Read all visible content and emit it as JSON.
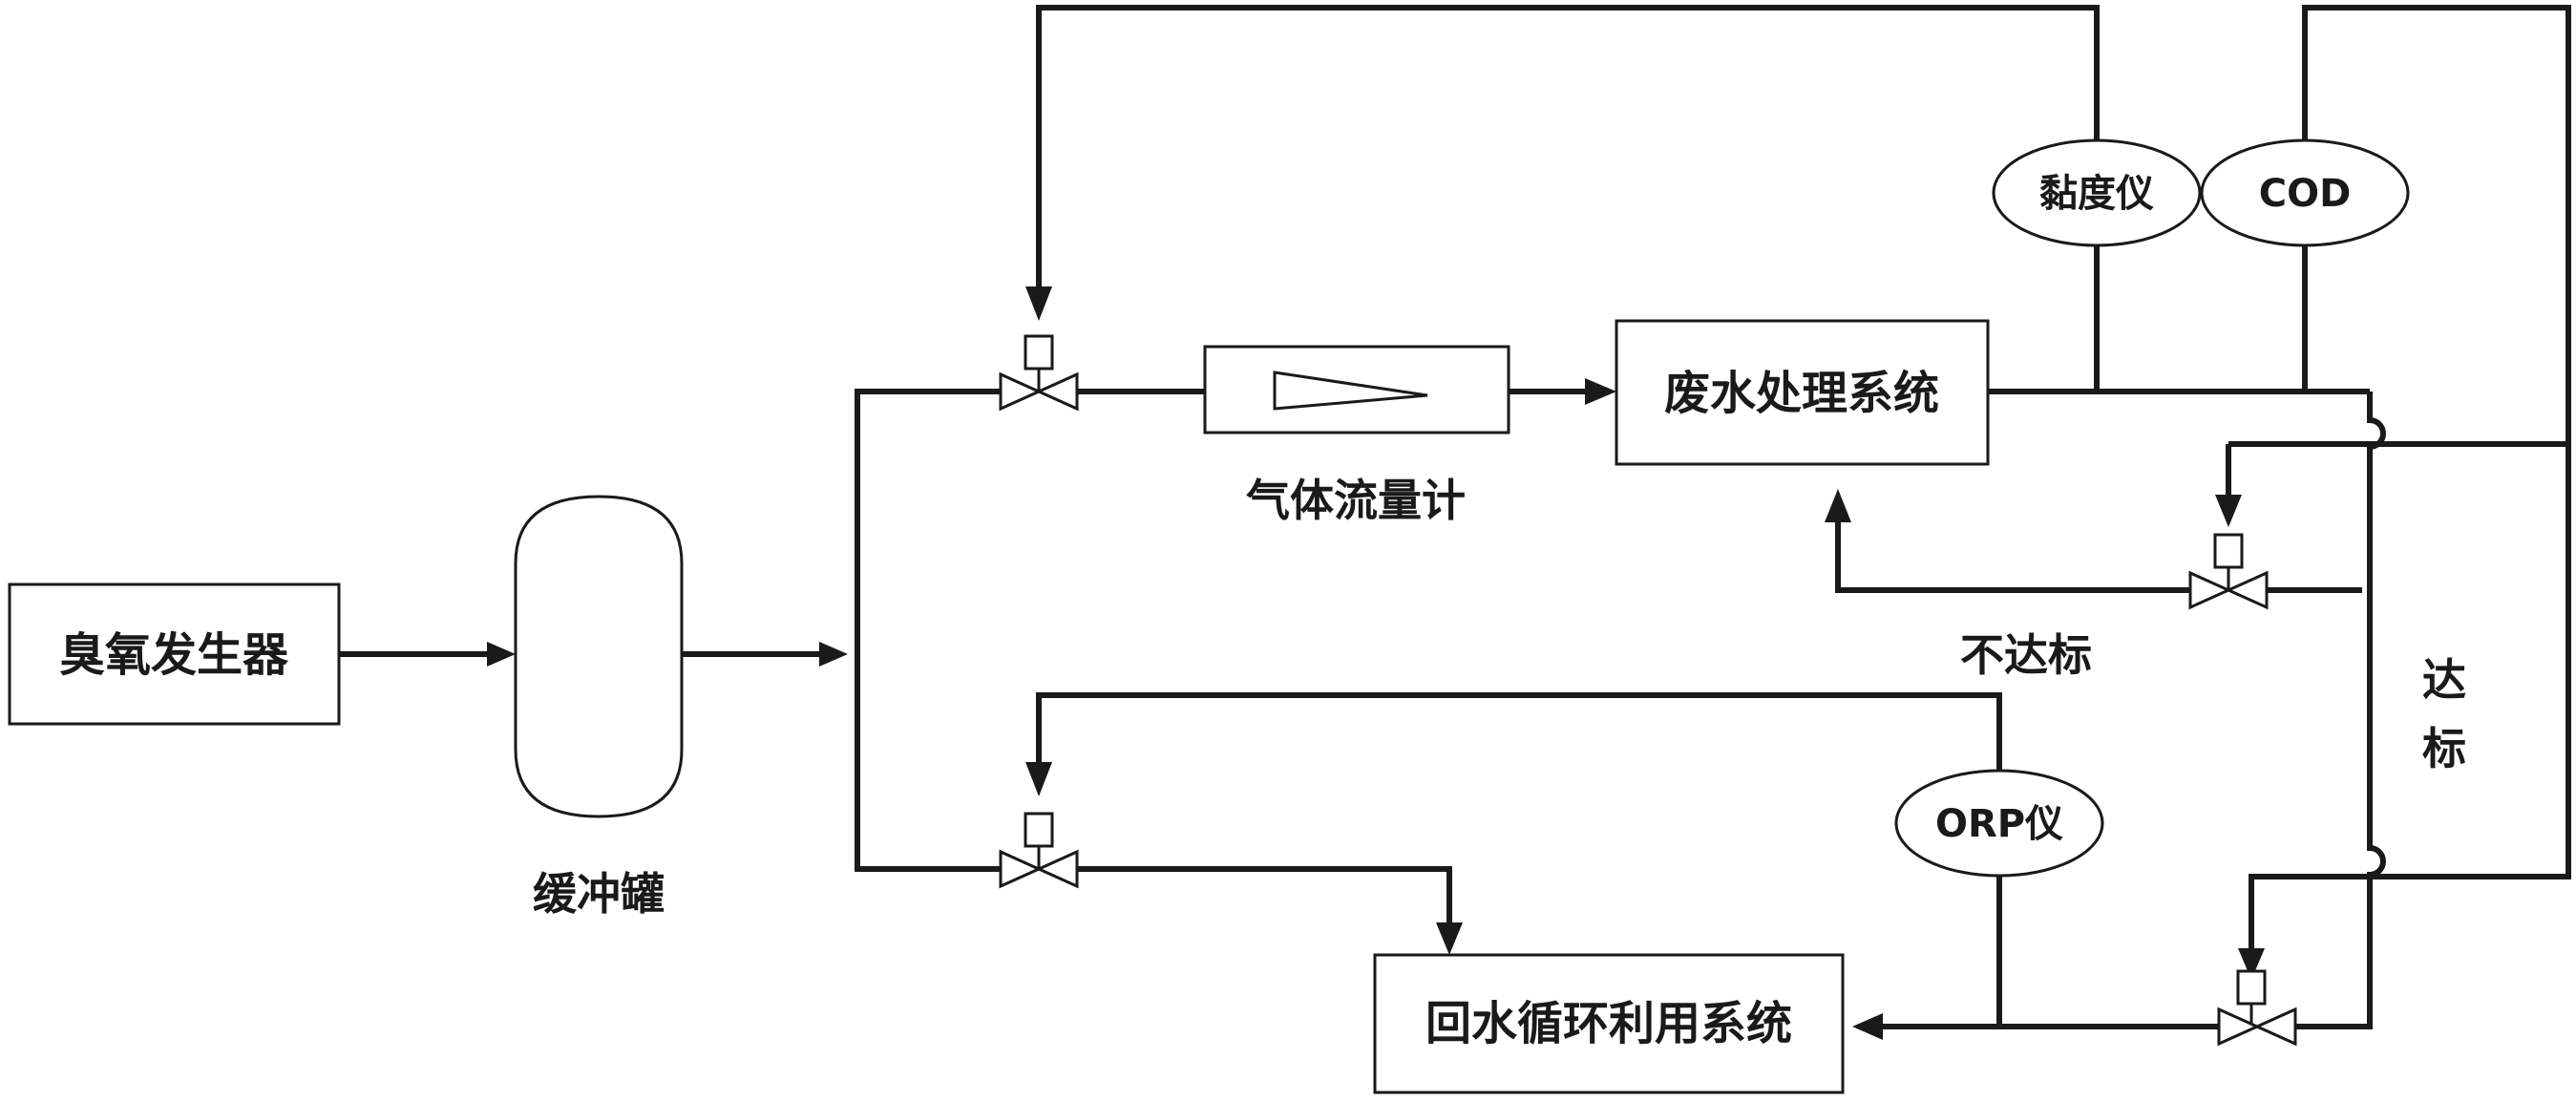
{
  "labels": {
    "ozone_generator": "臭氧发生器",
    "buffer_tank": "缓冲罐",
    "gas_flowmeter": "气体流量计",
    "wastewater_system": "废水处理系统",
    "reuse_system": "回水循环利用系统",
    "viscometer": "黏度仪",
    "cod": "COD",
    "orp": "ORP仪",
    "not_compliant": "不达标",
    "compliant_1": "达",
    "compliant_2": "标"
  }
}
